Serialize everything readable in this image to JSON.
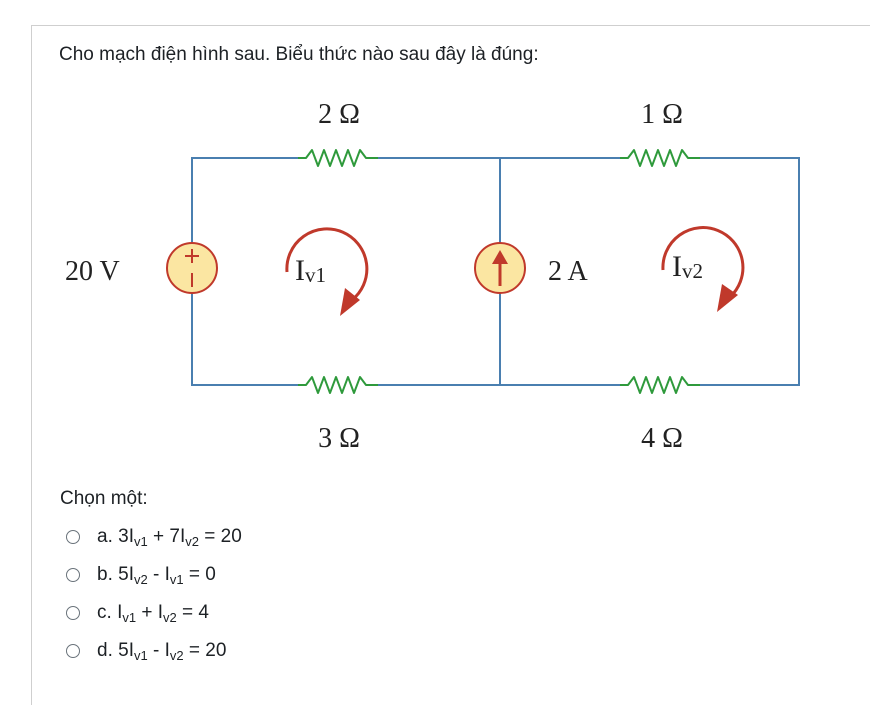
{
  "question": "Cho mạch điện hình sau. Biểu thức nào sau đây là đúng:",
  "circuit": {
    "r_top_left": "2 Ω",
    "r_top_right": "1 Ω",
    "r_bottom_left": "3 Ω",
    "r_bottom_right": "4 Ω",
    "voltage_source": "20 V",
    "current_source": "2 A",
    "mesh1": {
      "main": "I",
      "sub": "v1"
    },
    "mesh2": {
      "main": "I",
      "sub": "v2"
    },
    "colors": {
      "wire": "#4a7fb0",
      "resistor": "#2f9a3c",
      "source_fill": "#fbe6a2",
      "source_stroke": "#c0392b",
      "arrow": "#c0392b"
    }
  },
  "prompt": "Chọn một:",
  "options": [
    {
      "letter": "a.",
      "t1": "3I",
      "s1": "v1",
      "t2": " + 7I",
      "s2": "v2",
      "t3": " = 20"
    },
    {
      "letter": "b.",
      "t1": "5I",
      "s1": "v2",
      "t2": " - I",
      "s2": "v1",
      "t3": " = 0"
    },
    {
      "letter": "c.",
      "t1": "I",
      "s1": "v1",
      "t2": " + I",
      "s2": "v2",
      "t3": " = 4"
    },
    {
      "letter": "d.",
      "t1": "5I",
      "s1": "v1",
      "t2": " - I",
      "s2": "v2",
      "t3": " = 20"
    }
  ]
}
